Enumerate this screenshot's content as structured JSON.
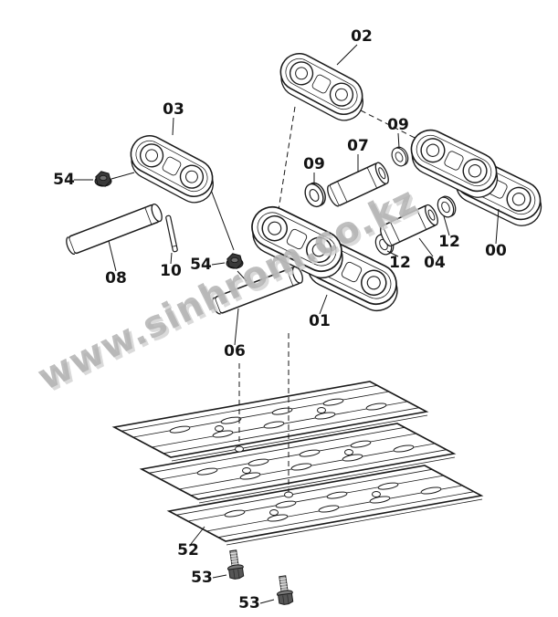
{
  "diagram": {
    "background": "#ffffff",
    "ink_color": "#141414",
    "watermark": {
      "text": "www.sinhrom.co.kz",
      "color": "#b3b3b3",
      "echo_color": "#d2d2d2"
    },
    "labels": {
      "l02": "02",
      "l03": "03",
      "l54a": "54",
      "l54b": "54",
      "l08": "08",
      "l10": "10",
      "l09a": "09",
      "l07": "07",
      "l09b": "09",
      "l12a": "12",
      "l00": "00",
      "l12b": "12",
      "l04": "04",
      "l01": "01",
      "l06": "06",
      "l52": "52",
      "l53a": "53",
      "l53b": "53"
    }
  }
}
